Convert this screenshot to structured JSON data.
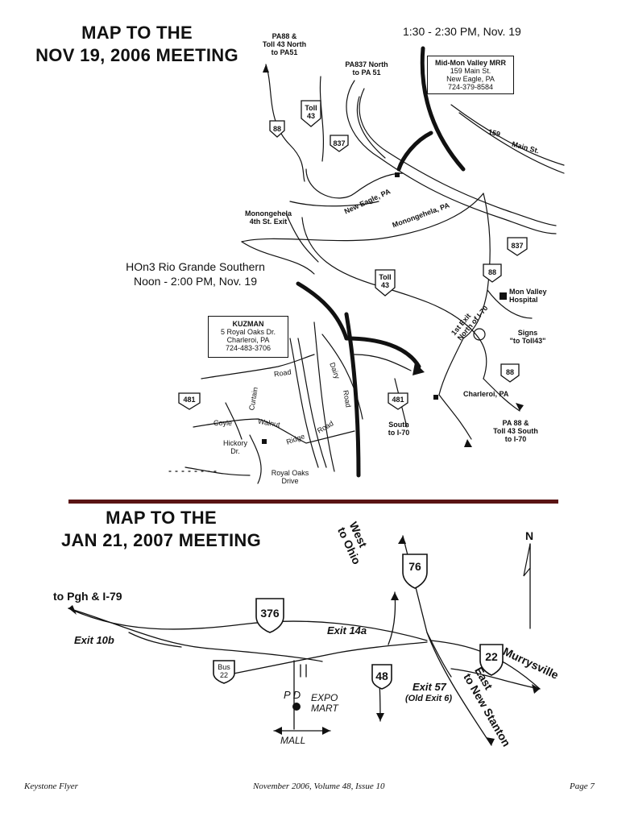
{
  "page_bg": "#ffffff",
  "ink_color": "#111111",
  "divider_color": "#5a1414",
  "map1": {
    "title_line1": "MAP TO THE",
    "title_line2": "NOV 19, 2006 MEETING",
    "time_top": "1:30 - 2:30 PM, Nov. 19",
    "hon3_line1": "HOn3 Rio Grande Southern",
    "hon3_line2": "Noon - 2:00 PM, Nov. 19",
    "labels": {
      "pa88_north": "PA88 &\nToll 43 North\nto PA51",
      "pa837_north": "PA837 North\nto PA 51",
      "new_eagle": "New Eagle, PA",
      "monongehela": "Monongehela, PA",
      "mon_4th_exit": "Monongehela\n4th St. Exit",
      "main_st": "Main St.",
      "mon_valley_hospital": "Mon Valley\nHospital",
      "first_exit": "1st Exit\nNorth of I-70",
      "signs": "Signs\n\"to Toll43\"",
      "charleroi": "Charleroi, PA",
      "south_i70": "South\nto I-70",
      "pa88_south": "PA 88 &\nToll 43 South\nto I-70",
      "road": "Road",
      "curtain": "Curtain",
      "dairy": "Dairy",
      "road2": "Road",
      "coyle": "Coyle",
      "walnut": "Walnut",
      "ridge": "Ridge",
      "road3": "Road",
      "hickory": "Hickory\nDr.",
      "royal_oaks": "Royal Oaks\nDrive"
    },
    "shields": {
      "s88a": "88",
      "toll43a": "Toll\n43",
      "s837a": "837",
      "s159": "159",
      "s837b": "837",
      "s88b": "88",
      "toll43b": "Toll\n43",
      "s88c": "88",
      "s481a": "481",
      "s481b": "481"
    },
    "mid_mon_box": {
      "name": "Mid-Mon Valley MRR",
      "street": "159 Main St.",
      "city": "New Eagle, PA",
      "phone": "724-379-8584"
    },
    "kuzman_box": {
      "name": "KUZMAN",
      "street": "5 Royal Oaks Dr.",
      "city": "Charleroi, PA",
      "phone": "724-483-3706"
    }
  },
  "map2": {
    "title_line1": "MAP TO THE",
    "title_line2": "JAN 21, 2007 MEETING",
    "labels": {
      "west_ohio": "West\nto Ohio",
      "north": "N",
      "to_pgh": "to Pgh & I-79",
      "exit_10b": "Exit 10b",
      "exit_14a": "Exit 14a",
      "murrysville": "Murrysville",
      "exit_57": "Exit 57",
      "old_exit": "(Old Exit 6)",
      "east_ns": "East\nto New Stanton",
      "expo_mart": "EXPO\nMART",
      "pd": "P D",
      "mall": "MALL"
    },
    "shields": {
      "i76": "76",
      "i376": "376",
      "us22": "22",
      "bus22": "Bus\n22",
      "s48": "48"
    }
  },
  "footer": {
    "left": "Keystone Flyer",
    "center": "November 2006, Volume 48, Issue 10",
    "right": "Page 7"
  }
}
